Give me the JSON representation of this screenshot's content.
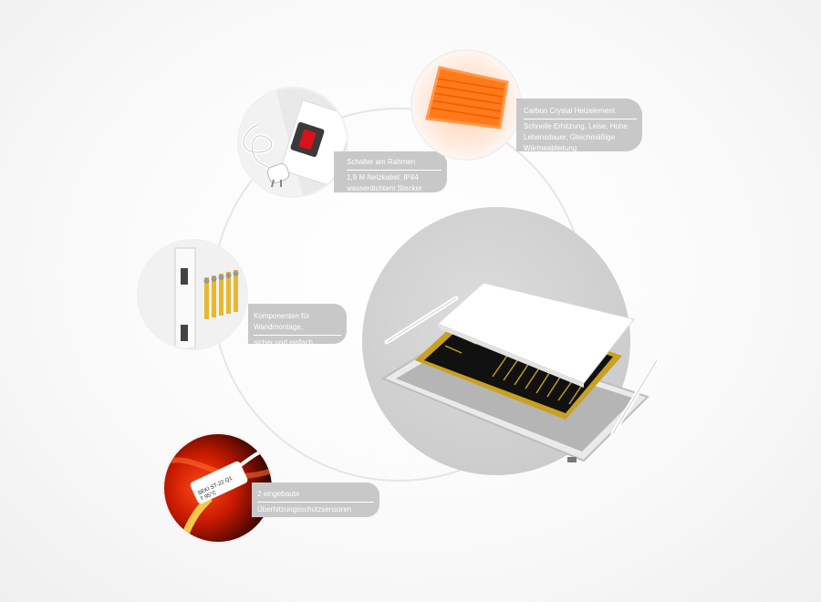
{
  "features": {
    "switch": {
      "title": "Schalter am Rahmen",
      "line1": "1,9 M Netzkabel,   IP44",
      "line2": "wasserdichtem Stecker"
    },
    "carbon": {
      "title": "Carbon Crystal Heizelement",
      "line1": "Schnelle Erhitzung, Leise, Hohe",
      "line2": "Lebensdauer, Gleichmäßige",
      "line3": "Wärmeableitung"
    },
    "wall": {
      "line1": "Komponenten für",
      "line2": "Wandmontage,",
      "line3": "sicher und einfach"
    },
    "sensor": {
      "line1": "2 eingebaute",
      "line2": "Überhitzungsschutzsensoren",
      "part_text1": "SEKI ST-22 Q1",
      "part_text2": "T 95°C"
    }
  },
  "colors": {
    "label_bg": "#c8c8c8",
    "heating_orange": "#ff7a1a",
    "heating_glow": "#ff4a1a",
    "gold_frame": "#c9a020"
  },
  "icons": {
    "switch_icon": "red-rocker-switch-icon",
    "plug_icon": "power-plug-icon",
    "anchor_icon": "wall-anchor-icon"
  }
}
